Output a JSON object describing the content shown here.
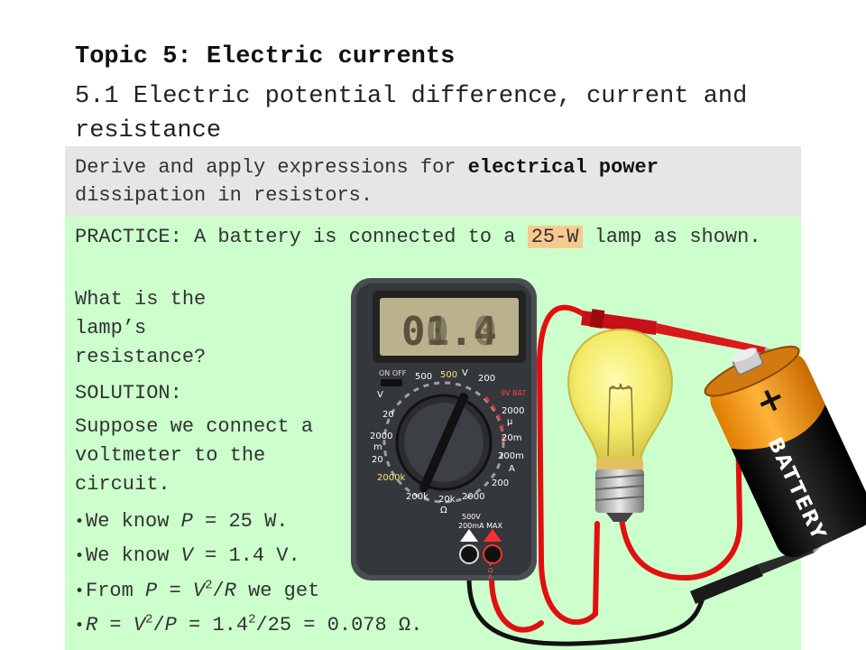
{
  "header": {
    "title": "Topic 5: Electric currents",
    "subtitle": "5.1 Electric potential difference, current and resistance"
  },
  "objective": {
    "prefix": "Derive and apply expressions for ",
    "bold": "electrical power",
    "suffix": " dissipation in resistors."
  },
  "practice": {
    "intro_before": "PRACTICE: A battery is connected to a ",
    "highlight": "25-W",
    "intro_after": " lamp as shown.",
    "question": "What is the lamp’s resistance?",
    "solution_label": "SOLUTION:",
    "suppose": "Suppose we connect a voltmeter to the circuit.",
    "bullets": {
      "b1_a": "We know ",
      "b1_var": "P",
      "b1_b": " = 25 W.",
      "b2_a": "We know ",
      "b2_var": "V",
      "b2_b": " = 1.4 V.",
      "b3_a": "From ",
      "b3_p": "P",
      "b3_eq": " = ",
      "b3_v": "V",
      "b3_exp": "2",
      "b3_slash": "/",
      "b3_r": "R",
      "b3_b": " we get",
      "b4_r": "R",
      "b4_eq": " = ",
      "b4_v": "V",
      "b4_exp1": "2",
      "b4_slash": "/",
      "b4_p": "P",
      "b4_mid": " = 1.4",
      "b4_exp2": "2",
      "b4_end": "/25 = 0.078 Ω."
    },
    "bullet_glyph": "•"
  },
  "meter": {
    "display_a": "00.0",
    "display_b": "01.4",
    "switch": "ON  OFF",
    "labels": [
      "500",
      "500",
      "V",
      "200",
      "9V BAT",
      "V",
      "20",
      "2000",
      "μ",
      "2000",
      "m",
      "20m",
      "200m",
      "A",
      "20",
      "200",
      "2000k",
      "200k",
      "20k",
      "2000",
      "Ω",
      "500V",
      "200mA MAX",
      "V",
      "Ω",
      "A"
    ]
  },
  "battery": {
    "plus": "+",
    "label": "BATTERY"
  },
  "colors": {
    "objective_bg": "#e6e6e6",
    "practice_bg": "#ccffcc",
    "highlight": "#f6c98f",
    "meter_body": "#3a3d40",
    "display": "#b9b28c",
    "battery_orange": "#f29a1a",
    "wire_red": "#e01010"
  }
}
